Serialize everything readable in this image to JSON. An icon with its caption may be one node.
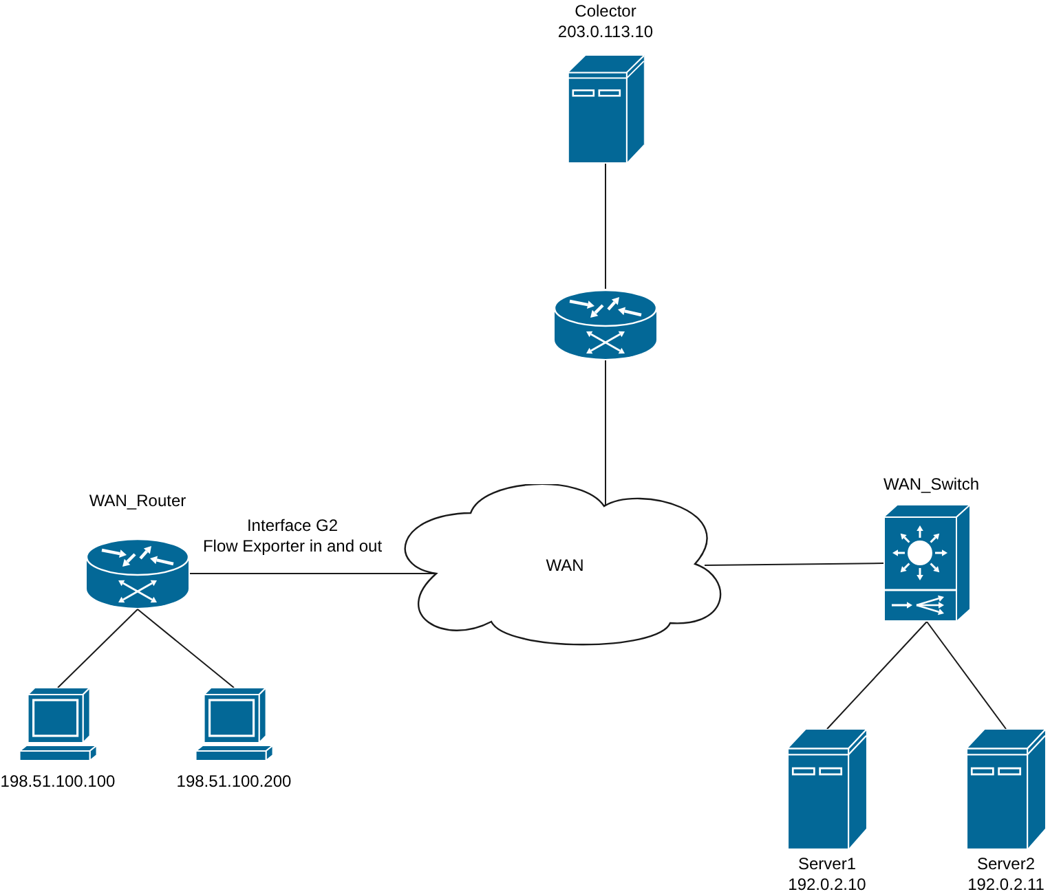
{
  "diagram": {
    "nodes": [
      {
        "text": [
          "Colector",
          "203.0.113.10"
        ]
      },
      {
        "text": [],
        "shape": "picture"
      },
      {
        "text": [
          "WAN_Router"
        ]
      },
      {
        "text": [
          "WAN"
        ]
      },
      {
        "text": [
          "WAN_Switch"
        ]
      },
      {
        "text": [
          "198.51.100.100"
        ]
      },
      {
        "text": [
          "198.51.100.200"
        ]
      },
      {
        "text": [
          "Server1",
          "192.0.2.10"
        ]
      },
      {
        "text": [
          "Server2",
          "192.0.2.11"
        ]
      }
    ],
    "edges": [
      {
        "from": 0,
        "to": 1,
        "arrow": "none"
      },
      {
        "from": 1,
        "to": 3,
        "arrow": "none"
      },
      {
        "from": 2,
        "to": 3,
        "arrow": "none",
        "label": "Interface G2 Flow Exporter in and out"
      },
      {
        "from": 3,
        "to": 4,
        "arrow": "none"
      },
      {
        "from": 2,
        "to": 5,
        "arrow": "none"
      },
      {
        "from": 2,
        "to": 6,
        "arrow": "none"
      },
      {
        "from": 4,
        "to": 7,
        "arrow": "none"
      },
      {
        "from": 4,
        "to": 8,
        "arrow": "none"
      }
    ]
  }
}
